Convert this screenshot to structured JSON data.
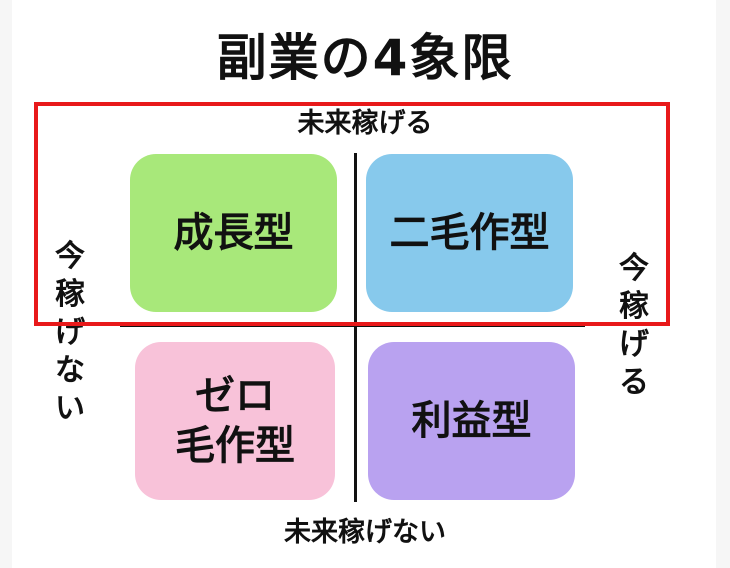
{
  "title": "副業の4象限",
  "axes": {
    "top": "未来稼げる",
    "bottom": "未来稼げない",
    "left": "今\n稼\nげ\nな\nい",
    "right": "今\n稼\nげ\nる"
  },
  "quadrants": {
    "top_left": {
      "label": "成長型",
      "color": "#a8e87a"
    },
    "top_right": {
      "label": "二毛作型",
      "color": "#87c9ec"
    },
    "bottom_left": {
      "label": "ゼロ\n毛作型",
      "color": "#f8c2d9"
    },
    "bottom_right": {
      "label": "利益型",
      "color": "#b9a2f0"
    }
  },
  "highlight_color": "#e8191a"
}
